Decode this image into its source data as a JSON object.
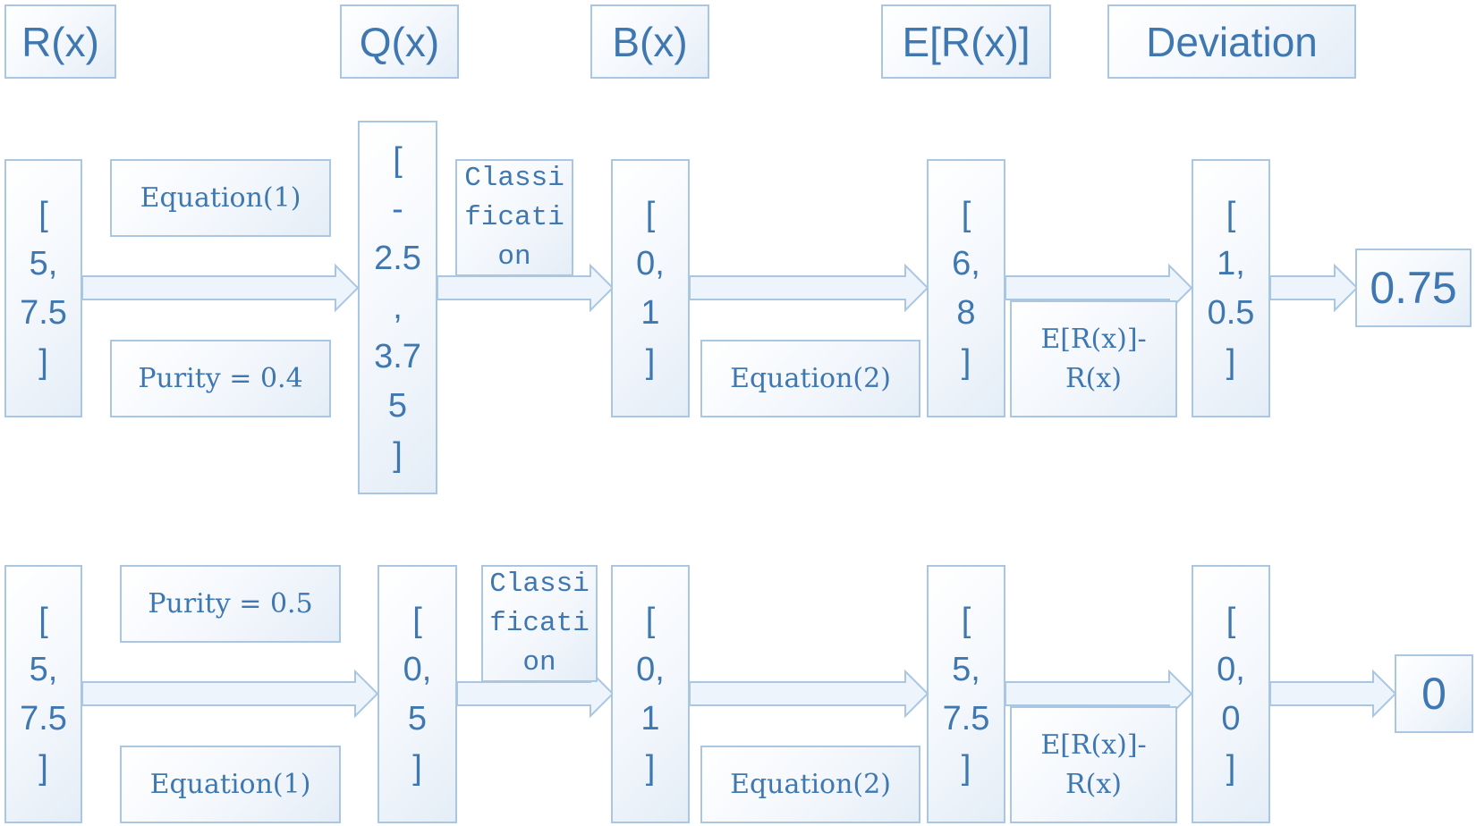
{
  "headers": [
    "R(x)",
    "Q(x)",
    "B(x)",
    "E[R(x)]",
    "Deviation"
  ],
  "rows": [
    {
      "r_vector": [
        "[",
        "5,",
        "7.5",
        "]"
      ],
      "equation1": "Equation(1)",
      "purity": "Purity = 0.4",
      "q_vector": [
        "[",
        "-",
        "2.5",
        ",",
        "3.7",
        "5",
        "]"
      ],
      "classification": [
        "Classi",
        "ficati",
        "on"
      ],
      "b_vector": [
        "[",
        "0,",
        "1",
        "]"
      ],
      "equation2": "Equation(2)",
      "e_vector": [
        "[",
        "6,",
        "8",
        "]"
      ],
      "diff_label": [
        "E[R(x)]-",
        "R(x)"
      ],
      "dev_vector": [
        "[",
        "1,",
        "0.5",
        "]"
      ],
      "result": "0.75"
    },
    {
      "r_vector": [
        "[",
        "5,",
        "7.5",
        "]"
      ],
      "equation1": "Equation(1)",
      "purity": "Purity = 0.5",
      "q_vector": [
        "[",
        "0,",
        "5",
        "]"
      ],
      "classification": [
        "Classi",
        "ficati",
        "on"
      ],
      "b_vector": [
        "[",
        "0,",
        "1",
        "]"
      ],
      "equation2": "Equation(2)",
      "e_vector": [
        "[",
        "5,",
        "7.5",
        "]"
      ],
      "diff_label": [
        "E[R(x)]-",
        "R(x)"
      ],
      "dev_vector": [
        "[",
        "0,",
        "0",
        "]"
      ],
      "result": "0"
    }
  ],
  "colors": {
    "text": "#3f78b0",
    "border": "#a9c7e3",
    "arrow_fill": "#eef4fb"
  }
}
